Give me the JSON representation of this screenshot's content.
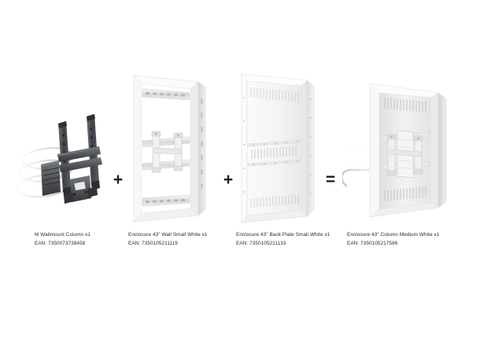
{
  "diagram": {
    "type": "product-assembly-equation",
    "background_color": "#ffffff",
    "operators": {
      "plus": "+",
      "equals": "="
    }
  },
  "products": [
    {
      "id": "wallmount-column",
      "name": "M Wallmount Column x1",
      "ean": "EAN: 7350073738458",
      "art": "dark tilting TV wall mount bracket with coiled cable loops",
      "color": "#4a4c50"
    },
    {
      "id": "wall-enclosure",
      "name": "Enclosure 43\" Wall Small White x1",
      "ean": "EAN: 7350105211119",
      "art": "white open rectangular enclosure frame with mounting rails",
      "color": "#f2f2f2"
    },
    {
      "id": "back-plate",
      "name": "Enclosure 43\" Back Plate Small White x1",
      "ean": "EAN: 7350105211133",
      "art": "white vented back plate panel with three slot bands",
      "color": "#f4f4f4"
    },
    {
      "id": "column-medium",
      "name": "Enclosure 43\" Column Medium White x1",
      "ean": "EAN: 7350105217586",
      "art": "assembled white enclosure column with mount and cables",
      "color": "#efefef"
    }
  ]
}
